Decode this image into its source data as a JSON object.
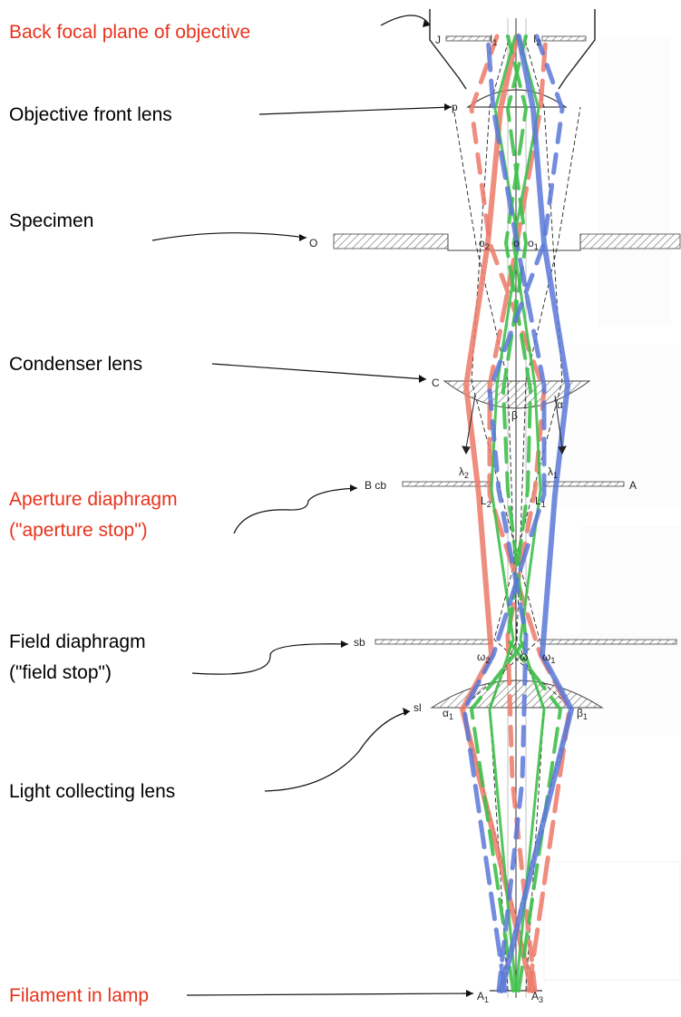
{
  "colors": {
    "label_red": "#e8331c",
    "label_black": "#000000",
    "ray_red": "#ec7a68",
    "ray_green": "#3fc04a",
    "ray_blue": "#5a78d8",
    "hatch": "#666666"
  },
  "labels": {
    "back_focal_plane": "Back focal plane of objective",
    "objective_front_lens": "Objective front lens",
    "specimen": "Specimen",
    "condenser_lens": "Condenser lens",
    "aperture_line1": "Aperture diaphragm",
    "aperture_line2": "(\"aperture stop\")",
    "field_line1": "Field diaphragm",
    "field_line2": "(\"field stop\")",
    "light_collecting_lens": "Light collecting lens",
    "filament": "Filament in lamp"
  },
  "symbols": {
    "J": "J",
    "I1": "I",
    "I1_sub": "1",
    "I2": "I",
    "I2_sub": "2",
    "p": "p",
    "O": "O",
    "o": "o",
    "o1": "o",
    "o1_sub": "1",
    "o2": "o",
    "o2_sub": "2",
    "C": "C",
    "alpha": "α",
    "beta": "β",
    "lambda1": "λ",
    "lambda1_sub": "1",
    "lambda2": "λ",
    "lambda2_sub": "2",
    "B_cb": "B cb",
    "A": "A",
    "L1": "L",
    "L1_sub": "1",
    "L2": "L",
    "L2_sub": "2",
    "sb": "sb",
    "omega": "ω",
    "omega1": "ω",
    "omega1_sub": "1",
    "omega2": "ω",
    "omega2_sub": "2",
    "sl": "sl",
    "alpha1": "α",
    "alpha1_sub": "1",
    "beta1": "β",
    "beta1_sub": "1",
    "A1": "A",
    "A1_sub": "1",
    "A3": "A",
    "A3_sub": "3"
  }
}
